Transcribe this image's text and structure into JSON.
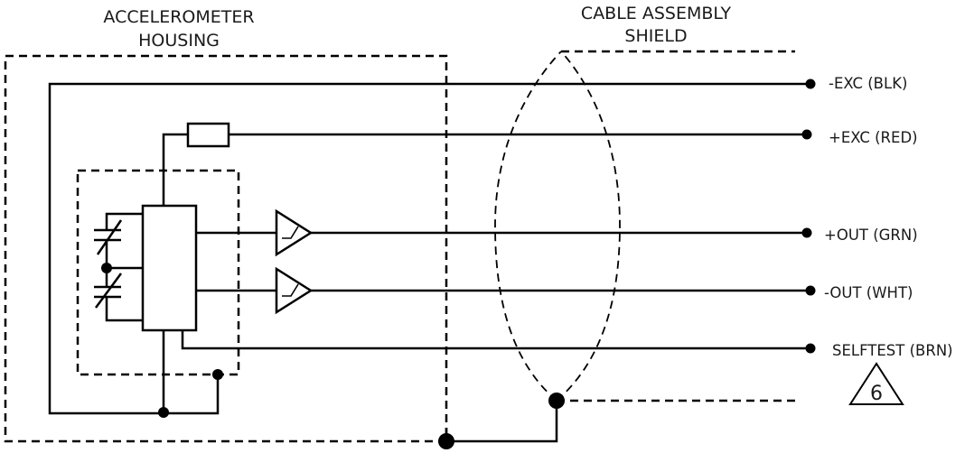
{
  "labels": {
    "housing_line1": "ACCELEROMETER",
    "housing_line2": "HOUSING",
    "shield_line1": "CABLE ASSEMBLY",
    "shield_line2": "SHIELD"
  },
  "pins": [
    {
      "label": "-EXC (BLK)"
    },
    {
      "label": "+EXC (RED)"
    },
    {
      "label": "+OUT (GRN)"
    },
    {
      "label": "-OUT (WHT)"
    },
    {
      "label": "SELFTEST (BRN)"
    }
  ],
  "note": {
    "number": "6"
  }
}
